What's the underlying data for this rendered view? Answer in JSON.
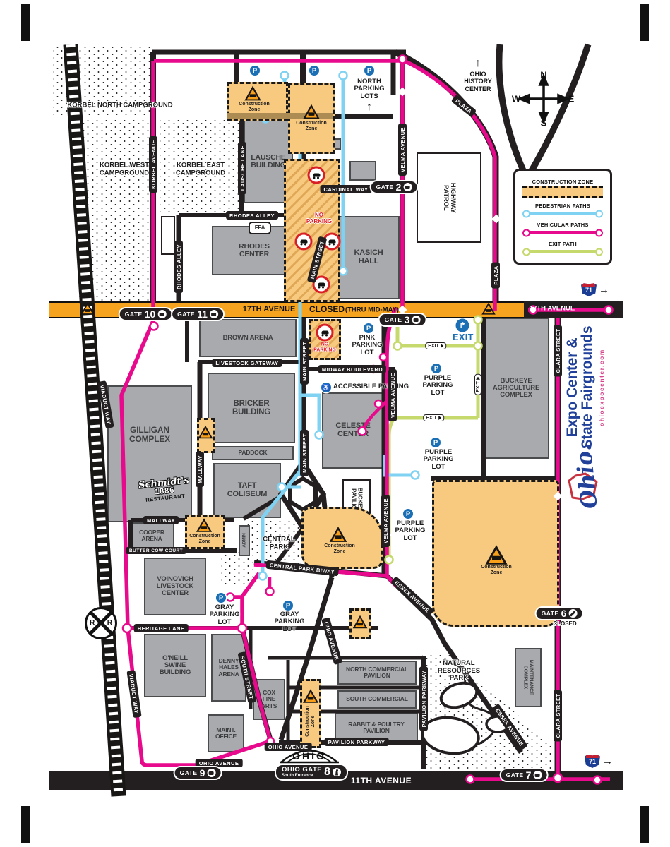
{
  "branding": {
    "title_line1": "Expo Center &",
    "title_line2": "State Fairgrounds",
    "website": "ohioexpocenter.com",
    "logo_script": "Ohio."
  },
  "legend": {
    "construction": "CONSTRUCTION ZONE",
    "pedestrian": "PEDESTRIAN PATHS",
    "vehicular": "VEHICULAR PATHS",
    "exit": "EXIT PATH"
  },
  "compass": {
    "n": "N",
    "e": "E",
    "s": "S",
    "w": "W"
  },
  "colors": {
    "vehicular_pink": "#E80A8C",
    "pedestrian_blue": "#7FD2F2",
    "exit_green": "#C5D96D",
    "construction_orange": "#F7CA7F",
    "avenue_orange": "#F6A41F",
    "building_gray": "#A8AAAD",
    "parking_blue": "#1A6FB5",
    "title_blue": "#21409A",
    "alert_red": "#E31B23",
    "black": "#231F20"
  },
  "landmarks": {
    "ohio_history": "OHIO\nHISTORY\nCENTER",
    "natural_resources": "NATURAL\nRESOURCES\nPARK",
    "central_park": "CENTRAL\nPARK",
    "korbel_north": "KORBEL NORTH CAMPGROUND",
    "korbel_west": "KORBEL WEST\nCAMPGROUND",
    "korbel_east": "KORBEL EAST\nCAMPGROUND",
    "railroad": "RAILROAD",
    "rr": "R"
  },
  "buildings": [
    {
      "label": "LAUSCHE\nBUILDING"
    },
    {
      "label": "RHODES\nCENTER"
    },
    {
      "label": "KASICH\nHALL"
    },
    {
      "label": "HIGHWAY\nPATROL"
    },
    {
      "label": "BROWN ARENA"
    },
    {
      "label": "BRICKER\nBUILDING"
    },
    {
      "label": "PADDOCK"
    },
    {
      "label": "TAFT\nCOLISEUM"
    },
    {
      "label": "GILLIGAN\nCOMPLEX"
    },
    {
      "label": "COOPER\nARENA"
    },
    {
      "label": "CELESTE\nCENTER"
    },
    {
      "label": "BUCKEYE\nPAVILION"
    },
    {
      "label": "BUCKEYE\nAGRICULTURE\nCOMPLEX"
    },
    {
      "label": "VOINOVICH\nLIVESTOCK\nCENTER"
    },
    {
      "label": "O'NEILL\nSWINE\nBUILDING"
    },
    {
      "label": "DENNY\nHALES\nARENA"
    },
    {
      "label": "COX\nFINE\nARTS"
    },
    {
      "label": "MAINT.\nOFFICE"
    },
    {
      "label": "NORTH COMMERCIAL\nPAVILION"
    },
    {
      "label": "SOUTH COMMERCIAL"
    },
    {
      "label": "RABBIT & POULTRY\nPAVILION"
    },
    {
      "label": "MAINTENANCE\nCOMPLEX"
    },
    {
      "label": "ADMIN"
    },
    {
      "label": "FFA"
    }
  ],
  "schmidts": {
    "script": "Schmidt's",
    "year": "1886",
    "sub": "RESTAURANT"
  },
  "streets": [
    {
      "label": "17TH AVENUE"
    },
    {
      "label": "17TH AVENUE"
    },
    {
      "label": "11TH AVENUE"
    },
    {
      "label": "KORBEL AVENUE"
    },
    {
      "label": "LAUSCHE LANE"
    },
    {
      "label": "RHODES ALLEY"
    },
    {
      "label": "RHODES ALLEY"
    },
    {
      "label": "CARDINAL WAY"
    },
    {
      "label": "MAIN STREET"
    },
    {
      "label": "MAIN STREET"
    },
    {
      "label": "MAIN STREET"
    },
    {
      "label": "VELMA AVENUE"
    },
    {
      "label": "VELMA AVENUE"
    },
    {
      "label": "VELMA AVENUE"
    },
    {
      "label": "PLAZA"
    },
    {
      "label": "PLAZA"
    },
    {
      "label": "LIVESTOCK GATEWAY"
    },
    {
      "label": "MIDWAY BOULEVARD"
    },
    {
      "label": "MALLWAY"
    },
    {
      "label": "MALLWAY"
    },
    {
      "label": "BUTTER COW COURT"
    },
    {
      "label": "HERITAGE LANE"
    },
    {
      "label": "CENTRAL PARK BIWAY"
    },
    {
      "label": "ESSEX AVENUE"
    },
    {
      "label": "ESSEX AVENUE"
    },
    {
      "label": "VIADUCT WAY"
    },
    {
      "label": "VIADUCT WAY"
    },
    {
      "label": "SOUTH STREET"
    },
    {
      "label": "OHIO AVENUE"
    },
    {
      "label": "OHIO AVENUE"
    },
    {
      "label": "OHIO AVENUE"
    },
    {
      "label": "PAVILION PARKWAY"
    },
    {
      "label": "PAVILION PARKWAY"
    },
    {
      "label": "CLARA STREET"
    },
    {
      "label": "CLARA STREET"
    }
  ],
  "avenue17": {
    "name": "17TH AVENUE",
    "closed": "CLOSED",
    "note": "(THRU MID-MAY)"
  },
  "gates": [
    {
      "word": "GATE",
      "num": "2"
    },
    {
      "word": "GATE",
      "num": "3"
    },
    {
      "word": "GATE",
      "num": "6",
      "note": "CLOSED"
    },
    {
      "word": "GATE",
      "num": "7"
    },
    {
      "word": "OHIO GATE",
      "num": "8",
      "note": "South Entrance"
    },
    {
      "word": "GATE",
      "num": "9"
    },
    {
      "word": "GATE",
      "num": "10"
    },
    {
      "word": "GATE",
      "num": "11"
    }
  ],
  "parking": {
    "p": "P",
    "accessible_symbol": "♿",
    "north": "NORTH\nPARKING\nLOTS",
    "pink": "PINK\nPARKING\nLOT",
    "purple": "PURPLE\nPARKING\nLOT",
    "gray": "GRAY\nPARKING\nLOT",
    "accessible": "ACCESSIBLE PARKING",
    "exit_label": "EXIT"
  },
  "construction": {
    "label": "Construction\nZone",
    "no_parking": "NO\nPARKING"
  },
  "misc": {
    "exit_small": "EXIT",
    "i71": "71",
    "arrow_up": "↑",
    "arrow_right": "→",
    "arch": "OHIO",
    "exit_turn": "↱"
  }
}
